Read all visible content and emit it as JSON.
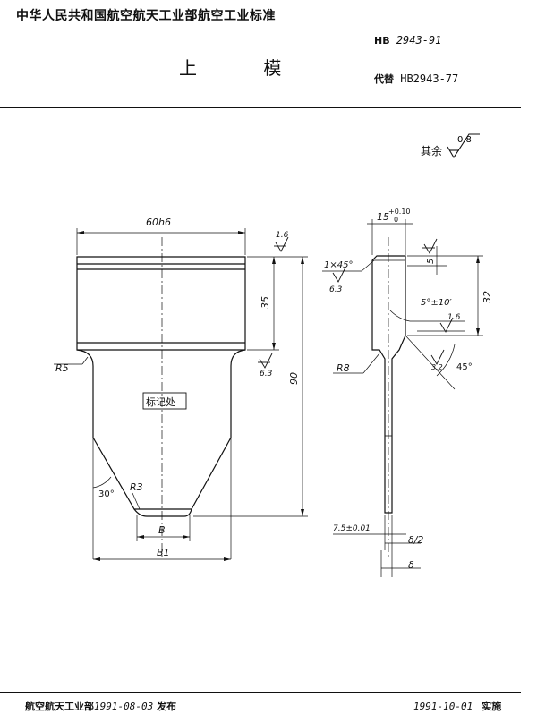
{
  "header": {
    "org_title": "中华人民共和国航空航天工业部航空工业标准",
    "part_name": "上 模",
    "standard_prefix": "HB",
    "standard_number": "2943-91",
    "replaces_label": "代替",
    "replaces_number": "HB2943-77"
  },
  "drawing": {
    "surface_finish_rest_label": "其余",
    "surface_finish_rest_value": "0.8",
    "front_view": {
      "width_dim": "60h6",
      "rough_top": "1.6",
      "height_35": "35",
      "height_90": "90",
      "rough_side": "6.3",
      "radius_r5": "R5",
      "mark_area": "标记处",
      "angle_30": "30°",
      "radius_r3": "R3",
      "dim_b": "B",
      "dim_b1": "B1"
    },
    "side_view": {
      "width_15": "15",
      "tol_upper": "+0.10",
      "tol_lower": "0",
      "chamfer": "1×45°",
      "rough_chamfer": "6.3",
      "dim_5": "5",
      "angle_5": "5°±10′",
      "dim_32": "32",
      "rough_1_6": "1.6",
      "rough_3_2": "3.2",
      "angle_45": "45°",
      "radius_r8": "R8",
      "dim_7_5": "7.5±0.01",
      "dim_half_delta": "δ/2",
      "dim_delta": "δ"
    }
  },
  "footer": {
    "issuer": "航空航天工业部",
    "issue_date": "1991-08-03",
    "issue_label": "发布",
    "effective_date": "1991-10-01",
    "effective_label": "实施"
  }
}
